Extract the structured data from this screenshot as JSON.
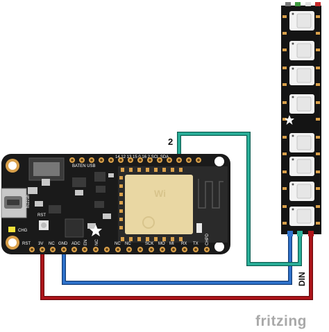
{
  "pin_label_2": "2",
  "din_label": "DIN",
  "brand": "fritzing",
  "board": {
    "name": "huzzah",
    "baten_usb": "BATEN USB",
    "top_pins": "14  12  13  15  0  16  2  SCL SDA",
    "bottom_pins": [
      "RST",
      "3V",
      "NC",
      "GND",
      "ADC",
      "EN",
      "NC",
      "NC",
      "NC",
      "SCK",
      "MO",
      "MI",
      "RX",
      "TX",
      "CHPD"
    ],
    "rst_small": "RST",
    "chg": "CHG"
  },
  "colors": {
    "red_wire": "#b0141a",
    "blue_wire": "#2563b5",
    "green_wire": "#1fa08c",
    "board": "#1a1a1a",
    "strip": "#141414",
    "gold": "#d9a04a",
    "module": "#e9d7a3"
  },
  "icons": [
    "star-logo-icon",
    "wifi-antenna-icon",
    "usb-port-icon"
  ]
}
